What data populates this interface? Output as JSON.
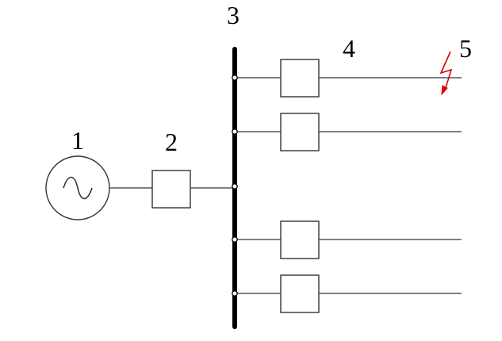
{
  "labels": {
    "generator": "1",
    "transformer": "2",
    "busbar": "3",
    "feeder_breaker": "4",
    "fault": "5"
  },
  "icons": {
    "generator": "ac-generator-icon",
    "fault": "lightning-fault-icon"
  },
  "colors": {
    "lines": "#000000",
    "fault": "#e00000"
  },
  "feeders": 4
}
